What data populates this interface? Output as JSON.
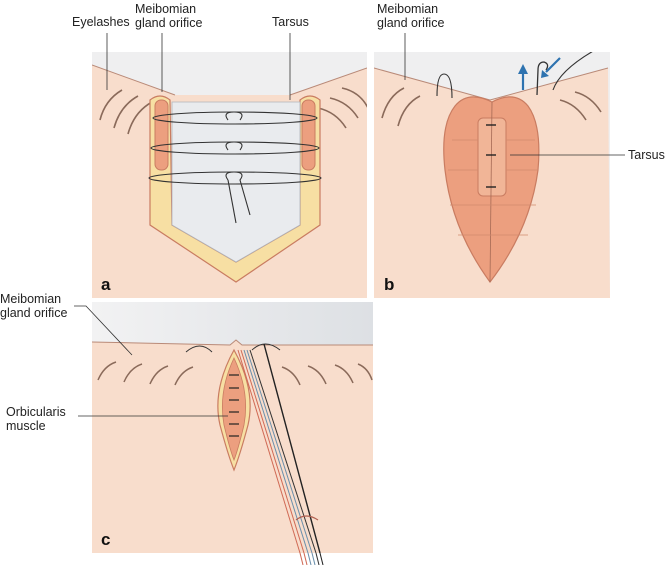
{
  "figure": {
    "panels": [
      {
        "id": "a",
        "letter": "a"
      },
      {
        "id": "b",
        "letter": "b"
      },
      {
        "id": "c",
        "letter": "c"
      }
    ],
    "labels": {
      "a_eyelashes": "Eyelashes",
      "a_meibomian": "Meibomian\ngland orifice",
      "a_tarsus": "Tarsus",
      "b_meibomian": "Meibomian\ngland orifice",
      "b_tarsus": "Tarsus",
      "c_meibomian": "Meibomian\ngland orifice",
      "c_orbicularis": "Orbicularis\nmuscle"
    },
    "colors": {
      "skin": "#f8ddcc",
      "conjunctiva": "#e9ebee",
      "fat": "#f7dfa3",
      "tarsus": "#ec9f7f",
      "tarsus_edge": "#c97c61",
      "suture": "#333333",
      "arrow": "#2e73b0",
      "lash": "#8a6a5a"
    }
  }
}
